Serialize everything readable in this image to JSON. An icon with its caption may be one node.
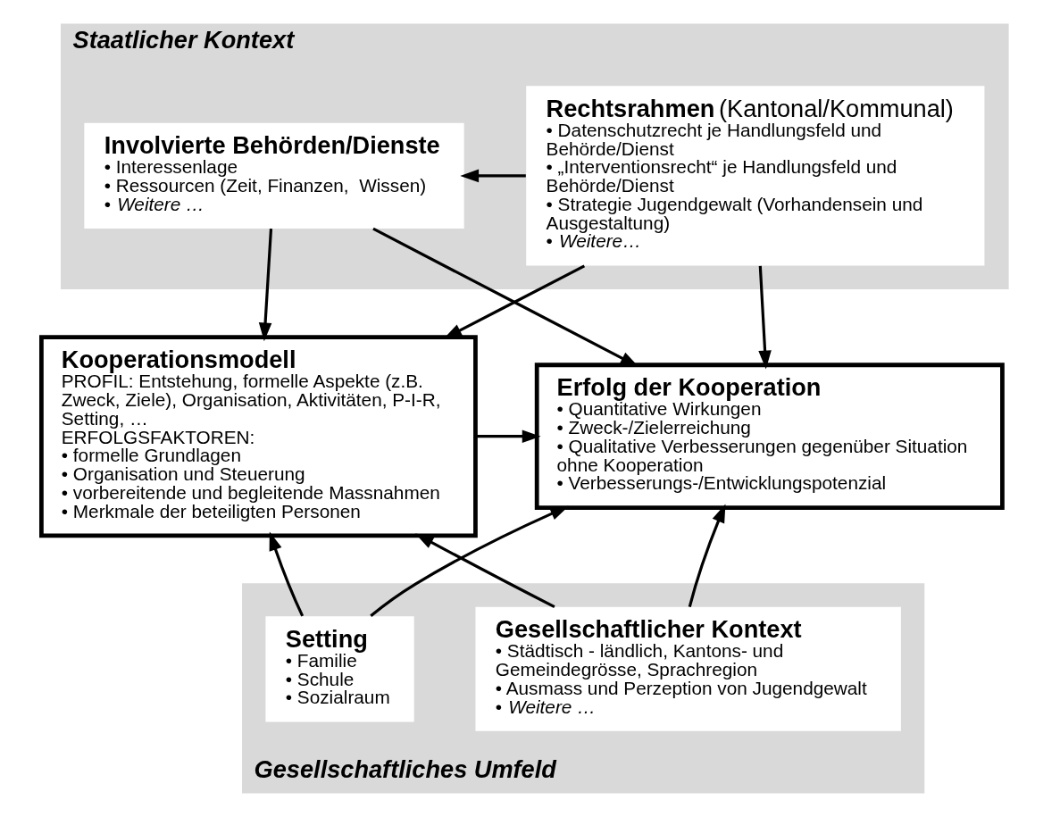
{
  "diagram": {
    "nodes": [
      {
        "text": [
          "Staatlicher Kontext"
        ]
      },
      {
        "text": [
          "**Rechtsrahmen** (Kantonal/Kommunal)",
          "• Datenschutzrecht je Handlungsfeld und Behörde/Dienst",
          "• „Interventionsrecht“ je Handlungsfeld und Behörde/Dienst",
          "• Strategie Jugendgewalt (Vorhandensein und Ausgestaltung)",
          "• *Weitere…*"
        ],
        "in": 0
      },
      {
        "text": [
          "**Involvierte Behörden/Dienste**",
          "• Interessenlage",
          "• Ressourcen (Zeit, Finanzen,  Wissen)",
          "• *Weitere …*"
        ],
        "in": 0
      },
      {
        "text": [
          "**Kooperationsmodell**",
          "PROFIL: Entstehung, formelle Aspekte (z.B. Zweck, Ziele), Organisation, Aktivitäten, P-I-R, Setting, …",
          "ERFOLGSFAKTOREN:",
          "• formelle Grundlagen",
          "• Organisation und Steuerung",
          "• vorbereitende und begleitende Massnahmen",
          "• Merkmale der beteiligten Personen"
        ]
      },
      {
        "text": [
          "**Erfolg der Kooperation**",
          "• Quantitative Wirkungen",
          "• Zweck-/Zielerreichung",
          "• Qualitative Verbesserungen gegenüber Situation ohne Kooperation",
          "• Verbesserungs-/Entwicklungspotenzial"
        ]
      },
      {
        "text": [
          "Gesellschaftliches Umfeld"
        ]
      },
      {
        "text": [
          "**Gesellschaftlicher Kontext**",
          "• Städtisch - ländlich, Kantons- und Gemeindegrösse, Sprachregion",
          "• Ausmass und Perzeption von Jugendgewalt",
          "• *Weitere …*"
        ],
        "in": 5
      },
      {
        "text": [
          "**Setting**",
          "• Familie",
          "• Schule",
          "• Sozialraum"
        ],
        "in": 5
      }
    ],
    "edges": [
      {
        "from": 1,
        "to": 2,
        "arrow": "to"
      },
      {
        "from": 1,
        "to": 3,
        "arrow": "to"
      },
      {
        "from": 1,
        "to": 4,
        "arrow": "to"
      },
      {
        "from": 2,
        "to": 3,
        "arrow": "to"
      },
      {
        "from": 2,
        "to": 4,
        "arrow": "to"
      },
      {
        "from": 3,
        "to": 4,
        "arrow": "to"
      },
      {
        "from": 6,
        "to": 3,
        "arrow": "to"
      },
      {
        "from": 6,
        "to": 4,
        "arrow": "to"
      },
      {
        "from": 7,
        "to": 3,
        "arrow": "to"
      },
      {
        "from": 7,
        "to": 4,
        "arrow": "to"
      }
    ]
  }
}
